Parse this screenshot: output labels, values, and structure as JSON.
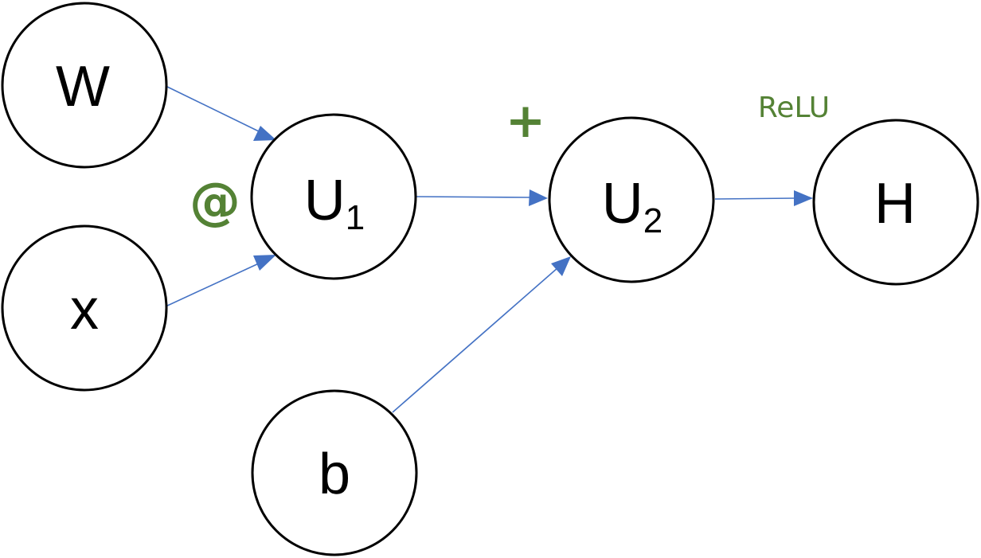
{
  "colors": {
    "edge": "#4472C4",
    "operator": "#548235",
    "node_stroke": "#000000",
    "background": "#ffffff"
  },
  "nodes": {
    "W": {
      "label": "W",
      "sub": ""
    },
    "x": {
      "label": "x",
      "sub": ""
    },
    "U1": {
      "label": "U",
      "sub": "1"
    },
    "b": {
      "label": "b",
      "sub": ""
    },
    "U2": {
      "label": "U",
      "sub": "2"
    },
    "H": {
      "label": "H",
      "sub": ""
    }
  },
  "operators": {
    "matmul": "@",
    "add": "+",
    "activation": "ReLU"
  },
  "edges": [
    {
      "from": "W",
      "to": "U1"
    },
    {
      "from": "x",
      "to": "U1"
    },
    {
      "from": "U1",
      "to": "U2"
    },
    {
      "from": "b",
      "to": "U2"
    },
    {
      "from": "U2",
      "to": "H"
    }
  ]
}
